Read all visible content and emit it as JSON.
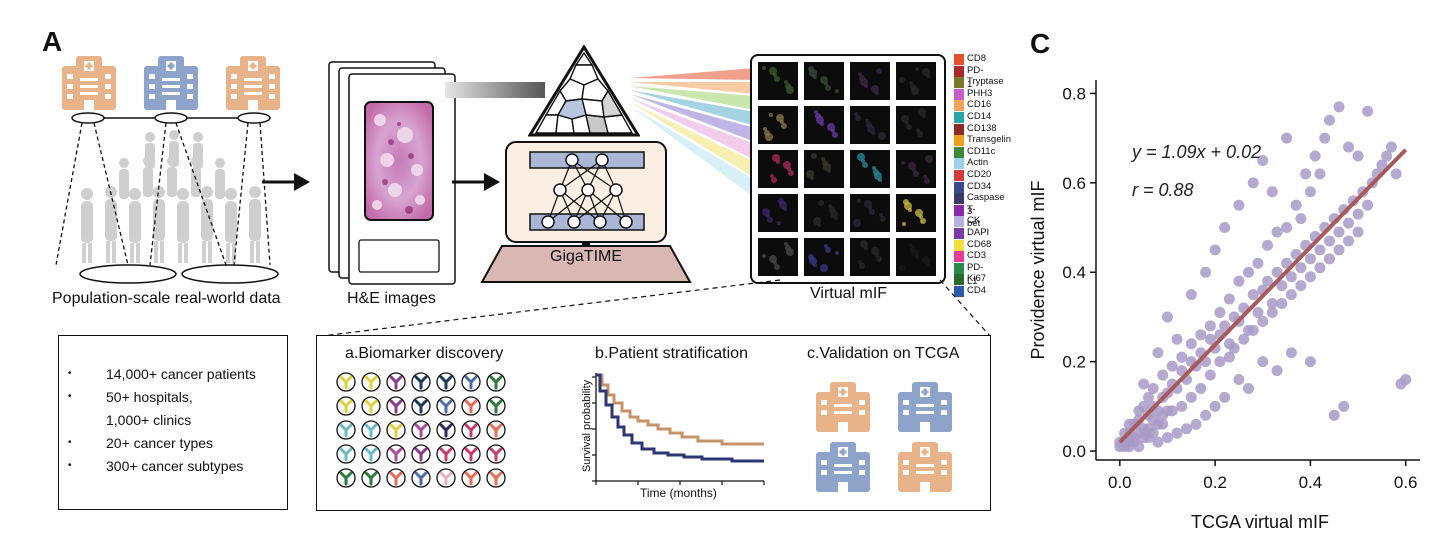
{
  "panels": {
    "a": "A",
    "c": "C"
  },
  "population": {
    "caption": "Population-scale real-world data"
  },
  "he": {
    "caption": "H&E images"
  },
  "model": {
    "name": "GigaTIME"
  },
  "mif": {
    "caption": "Virtual mIF",
    "markers": [
      {
        "name": "CD8",
        "color": "#e4522b"
      },
      {
        "name": "PD-1",
        "color": "#a82a2a"
      },
      {
        "name": "Tryptase",
        "color": "#7a7a2a"
      },
      {
        "name": "PHH3",
        "color": "#c85cc8"
      },
      {
        "name": "CD16",
        "color": "#f0a25a"
      },
      {
        "name": "CD14",
        "color": "#2aa6a6"
      },
      {
        "name": "CD138",
        "color": "#8a2a2a"
      },
      {
        "name": "Transgelin",
        "color": "#f0a020"
      },
      {
        "name": "CD11c",
        "color": "#3a8a3a"
      },
      {
        "name": "Actin",
        "color": "#9ad0e8"
      },
      {
        "name": "CD20",
        "color": "#d43a3a"
      },
      {
        "name": "CD34",
        "color": "#3a4a8a"
      },
      {
        "name": "Caspase 3",
        "color": "#3a3a6a"
      },
      {
        "name": "T-bet",
        "color": "#8a2aa8"
      },
      {
        "name": "CK",
        "color": "#b8b0e0"
      },
      {
        "name": "DAPI",
        "color": "#7a3aa8"
      },
      {
        "name": "CD68",
        "color": "#f0e040"
      },
      {
        "name": "CD3",
        "color": "#e83a9a"
      },
      {
        "name": "PD-L1",
        "color": "#2a8a4a"
      },
      {
        "name": "Ki67",
        "color": "#2a6a2a"
      },
      {
        "name": "CD4",
        "color": "#2a5aa8"
      }
    ]
  },
  "stats": {
    "items": [
      "14,000+ cancer patients",
      "50+ hospitals,",
      "1,000+ clinics",
      "20+ cancer types",
      "300+ cancer subtypes"
    ]
  },
  "sections": {
    "biomarker": "a.Biomarker discovery",
    "stratification": "b.Patient stratification",
    "validation": "c.Validation on TCGA"
  },
  "km": {
    "ylabel": "Survival probability",
    "xlabel": "Time (months)"
  },
  "colors": {
    "hospital_orange": "#e8b389",
    "hospital_blue": "#8ea3c9",
    "scatter": "#a89ac8",
    "fit_line": "#a85a5a"
  },
  "chart_data": {
    "type": "scatter",
    "xlabel": "TCGA virtual mIF",
    "ylabel": "Providence virtual mIF",
    "xlim": [
      -0.05,
      0.63
    ],
    "ylim": [
      -0.02,
      0.83
    ],
    "xticks": [
      "0.0",
      "0.2",
      "0.4",
      "0.6"
    ],
    "yticks": [
      "0.0",
      "0.2",
      "0.4",
      "0.6",
      "0.8"
    ],
    "annotations": [
      "y = 1.09x + 0.02",
      "r = 0.88"
    ],
    "fit": {
      "slope": 1.09,
      "intercept": 0.02,
      "x_range": [
        0.0,
        0.6
      ]
    },
    "points": [
      [
        0.01,
        0.02
      ],
      [
        0.02,
        0.04
      ],
      [
        0.03,
        0.03
      ],
      [
        0.04,
        0.07
      ],
      [
        0.05,
        0.05
      ],
      [
        0.06,
        0.08
      ],
      [
        0.07,
        0.1
      ],
      [
        0.08,
        0.09
      ],
      [
        0.09,
        0.12
      ],
      [
        0.1,
        0.13
      ],
      [
        0.11,
        0.15
      ],
      [
        0.12,
        0.14
      ],
      [
        0.13,
        0.18
      ],
      [
        0.14,
        0.16
      ],
      [
        0.15,
        0.2
      ],
      [
        0.16,
        0.19
      ],
      [
        0.17,
        0.22
      ],
      [
        0.18,
        0.2
      ],
      [
        0.19,
        0.25
      ],
      [
        0.2,
        0.23
      ],
      [
        0.21,
        0.26
      ],
      [
        0.22,
        0.28
      ],
      [
        0.23,
        0.24
      ],
      [
        0.24,
        0.3
      ],
      [
        0.25,
        0.29
      ],
      [
        0.26,
        0.32
      ],
      [
        0.27,
        0.27
      ],
      [
        0.28,
        0.35
      ],
      [
        0.29,
        0.31
      ],
      [
        0.3,
        0.36
      ],
      [
        0.31,
        0.38
      ],
      [
        0.32,
        0.33
      ],
      [
        0.33,
        0.4
      ],
      [
        0.34,
        0.37
      ],
      [
        0.35,
        0.42
      ],
      [
        0.36,
        0.39
      ],
      [
        0.37,
        0.44
      ],
      [
        0.38,
        0.41
      ],
      [
        0.39,
        0.46
      ],
      [
        0.4,
        0.43
      ],
      [
        0.41,
        0.48
      ],
      [
        0.42,
        0.45
      ],
      [
        0.43,
        0.5
      ],
      [
        0.44,
        0.47
      ],
      [
        0.45,
        0.52
      ],
      [
        0.46,
        0.49
      ],
      [
        0.47,
        0.54
      ],
      [
        0.48,
        0.51
      ],
      [
        0.49,
        0.56
      ],
      [
        0.5,
        0.53
      ],
      [
        0.51,
        0.58
      ],
      [
        0.52,
        0.55
      ],
      [
        0.53,
        0.6
      ],
      [
        0.54,
        0.62
      ],
      [
        0.55,
        0.64
      ],
      [
        0.56,
        0.66
      ],
      [
        0.57,
        0.68
      ],
      [
        0.58,
        0.62
      ],
      [
        0.59,
        0.15
      ],
      [
        0.6,
        0.16
      ],
      [
        0.05,
        0.15
      ],
      [
        0.08,
        0.22
      ],
      [
        0.1,
        0.3
      ],
      [
        0.12,
        0.25
      ],
      [
        0.15,
        0.35
      ],
      [
        0.18,
        0.4
      ],
      [
        0.2,
        0.45
      ],
      [
        0.22,
        0.5
      ],
      [
        0.25,
        0.55
      ],
      [
        0.28,
        0.6
      ],
      [
        0.3,
        0.65
      ],
      [
        0.32,
        0.58
      ],
      [
        0.35,
        0.7
      ],
      [
        0.38,
        0.52
      ],
      [
        0.4,
        0.58
      ],
      [
        0.42,
        0.62
      ],
      [
        0.44,
        0.74
      ],
      [
        0.46,
        0.77
      ],
      [
        0.48,
        0.68
      ],
      [
        0.5,
        0.66
      ],
      [
        0.52,
        0.76
      ],
      [
        0.45,
        0.08
      ],
      [
        0.47,
        0.1
      ],
      [
        0.4,
        0.2
      ],
      [
        0.36,
        0.22
      ],
      [
        0.33,
        0.18
      ],
      [
        0.3,
        0.2
      ],
      [
        0.27,
        0.14
      ],
      [
        0.25,
        0.16
      ],
      [
        0.22,
        0.12
      ],
      [
        0.2,
        0.1
      ],
      [
        0.18,
        0.08
      ],
      [
        0.16,
        0.06
      ],
      [
        0.14,
        0.05
      ],
      [
        0.12,
        0.04
      ],
      [
        0.1,
        0.03
      ],
      [
        0.08,
        0.02
      ],
      [
        0.06,
        0.03
      ],
      [
        0.04,
        0.01
      ],
      [
        0.02,
        0.01
      ],
      [
        0.03,
        0.06
      ],
      [
        0.05,
        0.1
      ],
      [
        0.07,
        0.04
      ],
      [
        0.09,
        0.06
      ],
      [
        0.11,
        0.09
      ],
      [
        0.13,
        0.1
      ],
      [
        0.15,
        0.12
      ],
      [
        0.17,
        0.14
      ],
      [
        0.19,
        0.17
      ],
      [
        0.21,
        0.2
      ],
      [
        0.23,
        0.21
      ],
      [
        0.24,
        0.23
      ],
      [
        0.26,
        0.25
      ],
      [
        0.28,
        0.27
      ],
      [
        0.3,
        0.29
      ],
      [
        0.32,
        0.31
      ],
      [
        0.34,
        0.33
      ],
      [
        0.36,
        0.35
      ],
      [
        0.38,
        0.37
      ],
      [
        0.4,
        0.39
      ],
      [
        0.42,
        0.41
      ],
      [
        0.44,
        0.43
      ],
      [
        0.46,
        0.45
      ],
      [
        0.48,
        0.47
      ],
      [
        0.5,
        0.49
      ],
      [
        0.35,
        0.5
      ],
      [
        0.37,
        0.55
      ],
      [
        0.39,
        0.62
      ],
      [
        0.41,
        0.66
      ],
      [
        0.43,
        0.7
      ],
      [
        0.29,
        0.42
      ],
      [
        0.31,
        0.46
      ],
      [
        0.33,
        0.49
      ],
      [
        0.27,
        0.4
      ],
      [
        0.25,
        0.38
      ],
      [
        0.23,
        0.34
      ],
      [
        0.21,
        0.31
      ],
      [
        0.19,
        0.28
      ],
      [
        0.17,
        0.26
      ],
      [
        0.15,
        0.24
      ],
      [
        0.13,
        0.21
      ],
      [
        0.11,
        0.19
      ],
      [
        0.09,
        0.17
      ],
      [
        0.07,
        0.14
      ],
      [
        0.06,
        0.12
      ],
      [
        0.04,
        0.09
      ],
      [
        0.02,
        0.06
      ],
      [
        0.01,
        0.04
      ],
      [
        0.0,
        0.01
      ],
      [
        0.0,
        0.02
      ],
      [
        0.01,
        0.01
      ],
      [
        0.02,
        0.02
      ],
      [
        0.03,
        0.02
      ],
      [
        0.04,
        0.04
      ],
      [
        0.05,
        0.03
      ],
      [
        0.06,
        0.05
      ],
      [
        0.07,
        0.07
      ],
      [
        0.08,
        0.06
      ],
      [
        0.09,
        0.08
      ],
      [
        0.1,
        0.09
      ]
    ]
  }
}
